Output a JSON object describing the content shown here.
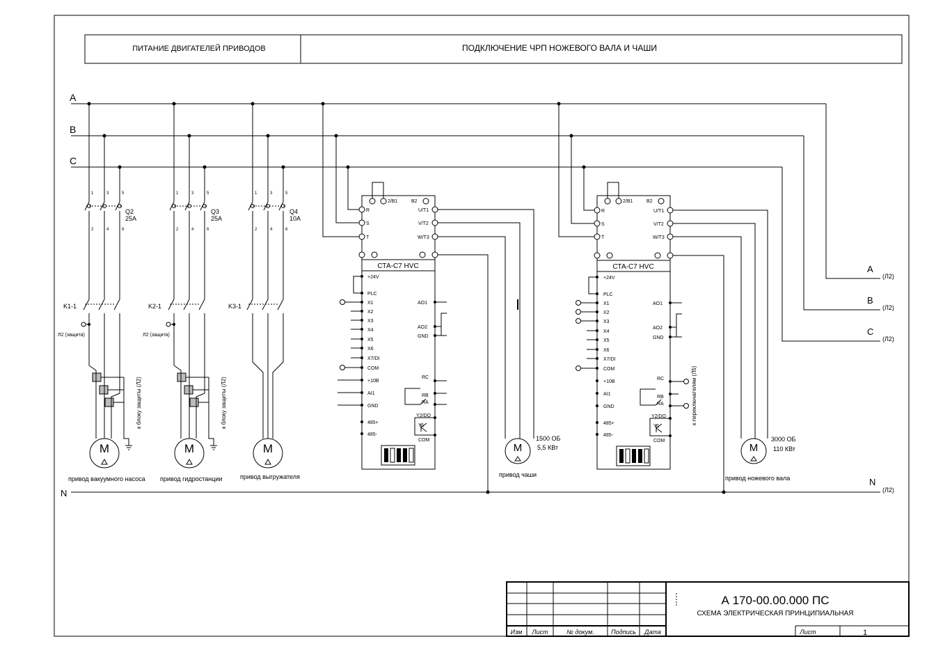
{
  "header": {
    "left_title": "ПИТАНИЕ ДВИГАТЕЛЕЙ ПРИВОДОВ",
    "right_title": "ПОДКЛЮЧЕНИЕ ЧРП НОЖЕВОГО ВАЛА И ЧАШИ"
  },
  "buses": {
    "a": "A",
    "b": "B",
    "c": "C",
    "n": "N"
  },
  "bus_outputs": {
    "a": "A",
    "b": "B",
    "c": "C",
    "n": "N",
    "ref": "(Л2)"
  },
  "breakers": {
    "q2": {
      "name": "Q2",
      "rating": "25A"
    },
    "q3": {
      "name": "Q3",
      "rating": "25A"
    },
    "q4": {
      "name": "Q4",
      "rating": "10A"
    },
    "pins": [
      "1",
      "3",
      "5",
      "2",
      "4",
      "6"
    ]
  },
  "contactors": {
    "k1": "K1-1",
    "k2": "K2-1",
    "k3": "K3-1"
  },
  "protection": {
    "l2_protection": "Л2 (защита)",
    "to_protection_block": "к блоку защиты (Л2)",
    "to_switches": "к переключателям (Л5)"
  },
  "motor": {
    "symbol": "M"
  },
  "drives": {
    "vacuum": "привод вакуумного насоса",
    "hydro": "привод гидростанции",
    "unloader": "привод выгружателя",
    "bowl": "привод чаши",
    "knife": "привод ножевого вала"
  },
  "motor_ratings": {
    "bowl_speed": "1500 ОБ",
    "bowl_power": "5,5 КВт",
    "knife_speed": "3000 ОБ",
    "knife_power": "110 КВт"
  },
  "vfd": {
    "model": "СТА-С7 HVC",
    "top_labels": {
      "b1": "2/B1",
      "b2": "B2"
    },
    "input_labels": [
      "R",
      "S",
      "T"
    ],
    "output_labels": [
      "U/T1",
      "V/T2",
      "W/T3"
    ],
    "left_terms": [
      "+24V",
      "PLC",
      "X1",
      "X2",
      "X3",
      "X4",
      "X5",
      "X6",
      "X7/DI",
      "COM",
      "+10В",
      "AI1",
      "GND",
      "485+",
      "485-"
    ],
    "right_terms": [
      "AO1",
      "AO2",
      "GND",
      "RC",
      "RB",
      "RA",
      "Y2/DO",
      "Y1",
      "COM"
    ]
  },
  "title_block": {
    "designation": "А 170-00.00.000 ПС",
    "title": "СХЕМА ЭЛЕКТРИЧЕСКАЯ ПРИНЦИПИАЛЬНАЯ",
    "col_labels": [
      "Изм",
      "Лист",
      "№ докум.",
      "Подпись",
      "Дата"
    ],
    "sheet_label": "Лист",
    "sheet_number": "1"
  }
}
